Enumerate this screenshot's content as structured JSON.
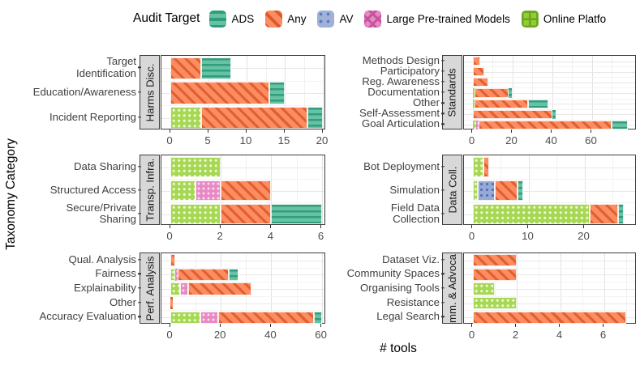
{
  "legend": {
    "title": "Audit Target",
    "items": [
      {
        "key": "ads",
        "label": "ADS",
        "color": "#66c2a5",
        "pattern": "horizontal-stripes"
      },
      {
        "key": "any",
        "label": "Any",
        "color": "#fc8d62",
        "pattern": "diagonal-stripes"
      },
      {
        "key": "av",
        "label": "AV",
        "color": "#8da0cb",
        "pattern": "dots"
      },
      {
        "key": "lpm",
        "label": "Large Pre-trained Models",
        "color": "#e78ac3",
        "pattern": "crosshatch"
      },
      {
        "key": "op",
        "label": "Online Platfo",
        "color": "#a6d854",
        "pattern": "grid"
      }
    ]
  },
  "axes": {
    "x_title": "# tools",
    "y_title": "Taxonomy Category"
  },
  "chart_data": {
    "type": "bar",
    "orientation": "horizontal",
    "stacked": true,
    "legend_title": "Audit Target",
    "series_keys": {
      "ads": "ADS",
      "any": "Any",
      "av": "AV",
      "lpm": "Large Pre-trained Models",
      "op": "Online Platfo"
    },
    "panels": [
      {
        "id": "harms",
        "strip": "Harms Disc.",
        "col": "left",
        "row": 0,
        "x_ticks": [
          0,
          5,
          10,
          15,
          20
        ],
        "rows": [
          {
            "label": "Target\nIdentification",
            "segments": [
              {
                "key": "any",
                "value": 4
              },
              {
                "key": "ads",
                "value": 4
              }
            ]
          },
          {
            "label": "Education/Awareness",
            "segments": [
              {
                "key": "any",
                "value": 13
              },
              {
                "key": "ads",
                "value": 2
              }
            ]
          },
          {
            "label": "Incident Reporting",
            "segments": [
              {
                "key": "op",
                "value": 4
              },
              {
                "key": "any",
                "value": 14
              },
              {
                "key": "ads",
                "value": 2
              }
            ]
          }
        ]
      },
      {
        "id": "standards",
        "strip": "Standards",
        "col": "right",
        "row": 0,
        "x_ticks": [
          0,
          20,
          40,
          60
        ],
        "rows": [
          {
            "label": "Methods Design",
            "segments": [
              {
                "key": "any",
                "value": 4
              }
            ]
          },
          {
            "label": "Participatory",
            "segments": [
              {
                "key": "any",
                "value": 6
              }
            ]
          },
          {
            "label": "Reg. Awareness",
            "segments": [
              {
                "key": "any",
                "value": 8
              }
            ]
          },
          {
            "label": "Documentation",
            "segments": [
              {
                "key": "op",
                "value": 1
              },
              {
                "key": "any",
                "value": 17
              },
              {
                "key": "ads",
                "value": 2
              }
            ]
          },
          {
            "label": "Other",
            "segments": [
              {
                "key": "op",
                "value": 1
              },
              {
                "key": "any",
                "value": 27
              },
              {
                "key": "ads",
                "value": 10
              }
            ]
          },
          {
            "label": "Self-Assessment",
            "segments": [
              {
                "key": "any",
                "value": 40
              },
              {
                "key": "ads",
                "value": 2
              }
            ]
          },
          {
            "label": "Goal Articulation",
            "segments": [
              {
                "key": "op",
                "value": 2
              },
              {
                "key": "lpm",
                "value": 1
              },
              {
                "key": "any",
                "value": 67
              },
              {
                "key": "ads",
                "value": 8
              }
            ]
          }
        ]
      },
      {
        "id": "transp",
        "strip": "Transp. Infra.",
        "col": "left",
        "row": 1,
        "x_ticks": [
          0,
          2,
          4,
          6
        ],
        "rows": [
          {
            "label": "Data Sharing",
            "segments": [
              {
                "key": "op",
                "value": 2
              }
            ]
          },
          {
            "label": "Structured Access",
            "segments": [
              {
                "key": "op",
                "value": 1
              },
              {
                "key": "lpm",
                "value": 1
              },
              {
                "key": "any",
                "value": 2
              }
            ]
          },
          {
            "label": "Secure/Private\nSharing",
            "segments": [
              {
                "key": "op",
                "value": 2
              },
              {
                "key": "any",
                "value": 2
              },
              {
                "key": "ads",
                "value": 2
              }
            ]
          }
        ]
      },
      {
        "id": "datacoll",
        "strip": "Data Coll.",
        "col": "right",
        "row": 1,
        "x_ticks": [
          0,
          10,
          20
        ],
        "rows": [
          {
            "label": "Bot Deployment",
            "segments": [
              {
                "key": "op",
                "value": 2
              },
              {
                "key": "any",
                "value": 1
              }
            ]
          },
          {
            "label": "Simulation",
            "segments": [
              {
                "key": "op",
                "value": 1
              },
              {
                "key": "av",
                "value": 3
              },
              {
                "key": "any",
                "value": 4
              },
              {
                "key": "ads",
                "value": 1
              }
            ]
          },
          {
            "label": "Field Data\nCollection",
            "segments": [
              {
                "key": "op",
                "value": 21
              },
              {
                "key": "any",
                "value": 5
              },
              {
                "key": "ads",
                "value": 1
              }
            ]
          }
        ]
      },
      {
        "id": "perf",
        "strip": "Perf. Analysis",
        "col": "left",
        "row": 2,
        "x_ticks": [
          0,
          20,
          40,
          60
        ],
        "rows": [
          {
            "label": "Qual. Analysis",
            "segments": [
              {
                "key": "any",
                "value": 2
              }
            ]
          },
          {
            "label": "Fairness",
            "segments": [
              {
                "key": "op",
                "value": 2
              },
              {
                "key": "lpm",
                "value": 1
              },
              {
                "key": "any",
                "value": 20
              },
              {
                "key": "ads",
                "value": 4
              }
            ]
          },
          {
            "label": "Explainability",
            "segments": [
              {
                "key": "op",
                "value": 4
              },
              {
                "key": "lpm",
                "value": 3
              },
              {
                "key": "any",
                "value": 25
              }
            ]
          },
          {
            "label": "Other",
            "segments": [
              {
                "key": "any",
                "value": 1
              }
            ]
          },
          {
            "label": "Accuracy Evaluation",
            "segments": [
              {
                "key": "op",
                "value": 12
              },
              {
                "key": "lpm",
                "value": 7
              },
              {
                "key": "any",
                "value": 38
              },
              {
                "key": "ads",
                "value": 3
              }
            ]
          }
        ]
      },
      {
        "id": "advocacy",
        "strip": "mm. & Advoca",
        "col": "right",
        "row": 2,
        "x_ticks": [
          0,
          2,
          4,
          6
        ],
        "rows": [
          {
            "label": "Dataset Viz.",
            "segments": [
              {
                "key": "any",
                "value": 2
              }
            ]
          },
          {
            "label": "Community Spaces",
            "segments": [
              {
                "key": "any",
                "value": 2
              }
            ]
          },
          {
            "label": "Organising Tools",
            "segments": [
              {
                "key": "op",
                "value": 1
              }
            ]
          },
          {
            "label": "Resistance",
            "segments": [
              {
                "key": "op",
                "value": 2
              }
            ]
          },
          {
            "label": "Legal Search",
            "segments": [
              {
                "key": "any",
                "value": 7
              }
            ]
          }
        ]
      }
    ]
  }
}
